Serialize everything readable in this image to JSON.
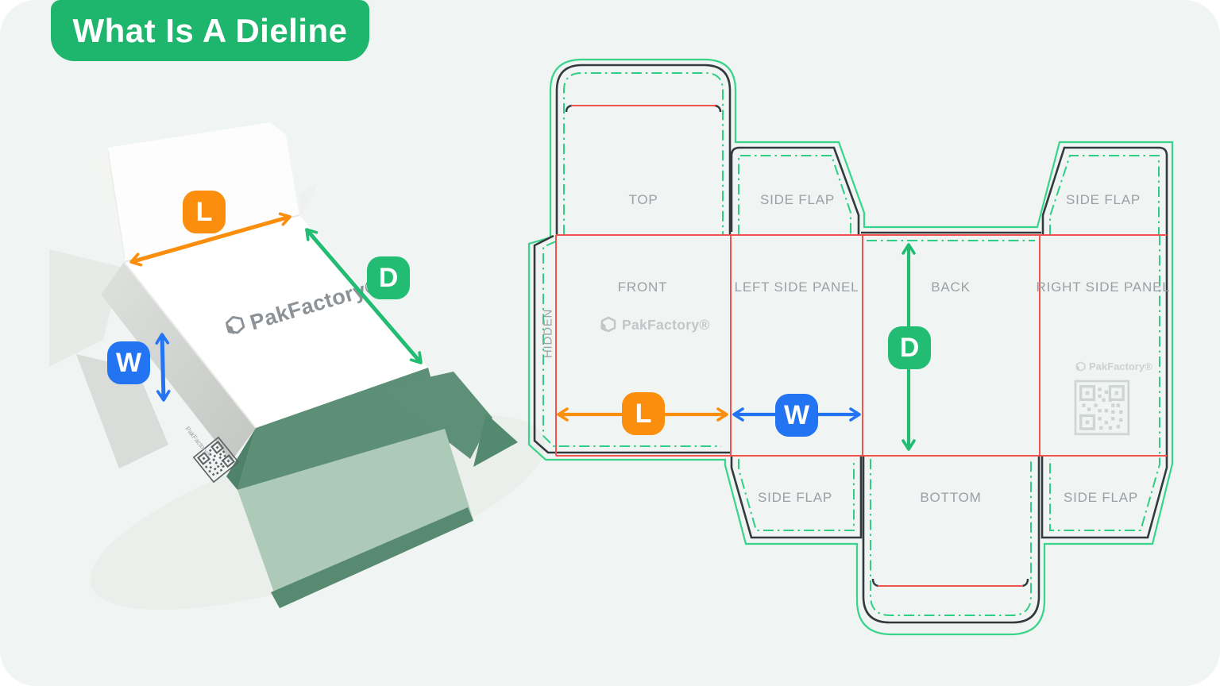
{
  "title": "What Is A Dieline",
  "brand": {
    "logo_text": "PakFactory®"
  },
  "box_illustration": {
    "dimension_badges": [
      {
        "key": "L",
        "color": "#FB8E0C"
      },
      {
        "key": "D",
        "color": "#22BD72"
      },
      {
        "key": "W",
        "color": "#2374F2"
      }
    ]
  },
  "dieline": {
    "panels": [
      {
        "id": "top",
        "label": "TOP"
      },
      {
        "id": "side-flap-top-left",
        "label": "SIDE FLAP"
      },
      {
        "id": "side-flap-top-right",
        "label": "SIDE FLAP"
      },
      {
        "id": "hidden-glue-flap",
        "label": "HIDDEN"
      },
      {
        "id": "front",
        "label": "FRONT"
      },
      {
        "id": "left-side-panel",
        "label": "LEFT SIDE PANEL"
      },
      {
        "id": "back",
        "label": "BACK"
      },
      {
        "id": "right-side-panel",
        "label": "RIGHT SIDE PANEL"
      },
      {
        "id": "side-flap-bottom-left",
        "label": "SIDE FLAP"
      },
      {
        "id": "bottom",
        "label": "BOTTOM"
      },
      {
        "id": "side-flap-bottom-right",
        "label": "SIDE FLAP"
      }
    ],
    "dimension_badges": [
      {
        "key": "L",
        "color": "#FB8E0C"
      },
      {
        "key": "W",
        "color": "#2374F2"
      },
      {
        "key": "D",
        "color": "#22BD72"
      }
    ],
    "line_colors": {
      "cut": "#333A3E",
      "fold": "#F2544D",
      "bleed": "#38D48C"
    }
  },
  "colors": {
    "card_background": "#F0F4F2",
    "title_background": "#1EB56D",
    "label_gray": "#9AA0A5",
    "box_interior_dark_green": "#5D8F76",
    "box_interior_light_green": "#ADCAB8"
  }
}
